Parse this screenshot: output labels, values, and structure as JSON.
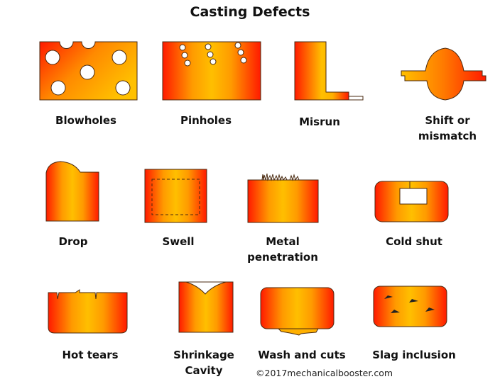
{
  "title": "Casting Defects",
  "colors": {
    "red": "#ff1a00",
    "orange": "#ff7a00",
    "yellow": "#ffc000",
    "outline": "#4a2a10",
    "background": "#ffffff"
  },
  "defects": [
    {
      "label": "Blowholes"
    },
    {
      "label": "Pinholes"
    },
    {
      "label": "Misrun"
    },
    {
      "label": "Shift or",
      "label2": "mismatch"
    },
    {
      "label": "Drop"
    },
    {
      "label": "Swell"
    },
    {
      "label": "Metal",
      "label2": "penetration"
    },
    {
      "label": "Cold shut"
    },
    {
      "label": "Hot tears"
    },
    {
      "label": "Shrinkage",
      "label2": "Cavity"
    },
    {
      "label": "Wash and cuts"
    },
    {
      "label": "Slag inclusion"
    }
  ],
  "copyright": "©2017mechanicalbooster.com"
}
